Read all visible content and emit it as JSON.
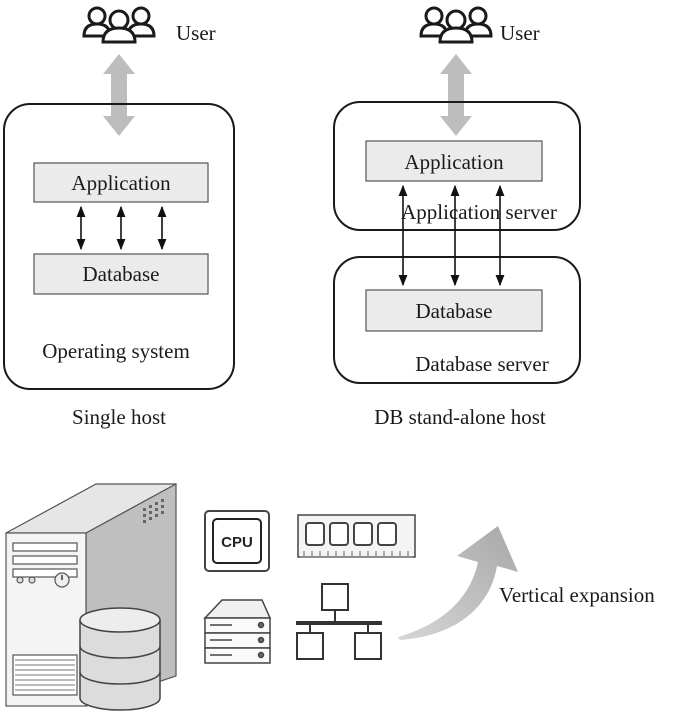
{
  "left_diagram": {
    "user_label": "User",
    "application_label": "Application",
    "database_label": "Database",
    "container_label": "Operating system",
    "caption": "Single host"
  },
  "right_diagram": {
    "user_label": "User",
    "application_label": "Application",
    "app_server_label": "Application server",
    "database_label": "Database",
    "db_server_label": "Database server",
    "caption": "DB stand-alone host"
  },
  "bottom": {
    "cpu_label": "CPU",
    "expansion_label": "Vertical expansion"
  },
  "colors": {
    "box_fill": "#ebebeb",
    "arrow_gray": "#bdbdbd",
    "outline": "#1a1a1a"
  }
}
